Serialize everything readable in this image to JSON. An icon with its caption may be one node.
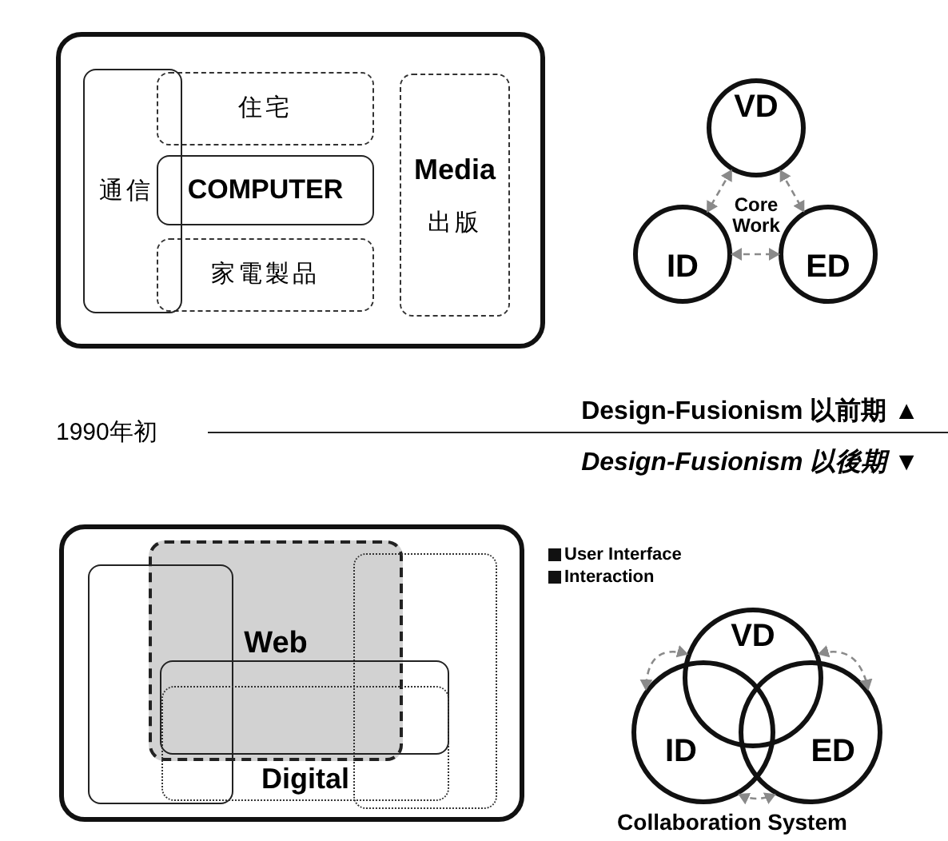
{
  "diagram": {
    "nodes": [
      {
        "text": [],
        "shape": "box"
      },
      {
        "text": [
          "通信"
        ],
        "in": 0
      },
      {
        "text": [
          "住宅"
        ],
        "in": 0
      },
      {
        "text": [
          "COMPUTER"
        ],
        "in": 0
      },
      {
        "text": [
          "家電製品"
        ],
        "in": 0
      },
      {
        "text": [
          "Media",
          "出版"
        ],
        "in": 0
      },
      {
        "text": [
          "VD"
        ]
      },
      {
        "text": [
          "ID"
        ]
      },
      {
        "text": [
          "ED"
        ]
      },
      {
        "text": [],
        "shape": "box"
      },
      {
        "text": [],
        "shape": "box",
        "in": 9
      },
      {
        "text": [
          "Web"
        ],
        "in": 9
      },
      {
        "text": [],
        "shape": "box",
        "in": 9
      },
      {
        "text": [],
        "shape": "box",
        "in": 9
      },
      {
        "text": [
          "Digital"
        ],
        "in": 9
      },
      {
        "text": [
          "VD"
        ]
      },
      {
        "text": [
          "ID"
        ]
      },
      {
        "text": [
          "ED"
        ]
      }
    ],
    "edges": [
      {
        "from": 6,
        "to": 7,
        "arrow": "both",
        "style": "dashed"
      },
      {
        "from": 6,
        "to": 8,
        "arrow": "both",
        "style": "dashed"
      },
      {
        "from": 7,
        "to": 8,
        "arrow": "both",
        "style": "dashed"
      },
      {
        "from": 15,
        "to": 16,
        "arrow": "both",
        "style": "dashed"
      },
      {
        "from": 15,
        "to": 17,
        "arrow": "both",
        "style": "dashed"
      },
      {
        "from": 16,
        "to": 17,
        "arrow": "both",
        "style": "dashed"
      }
    ],
    "labels": [
      "Core Work",
      "Design-Fusionism 以前期 ▲",
      "1990年初",
      "Design-Fusionism 以後期 ▼",
      "Collaboration System"
    ],
    "legend": [
      {
        "text": "User Interface",
        "color": "#111111"
      },
      {
        "text": "Interaction",
        "color": "#111111"
      }
    ]
  }
}
